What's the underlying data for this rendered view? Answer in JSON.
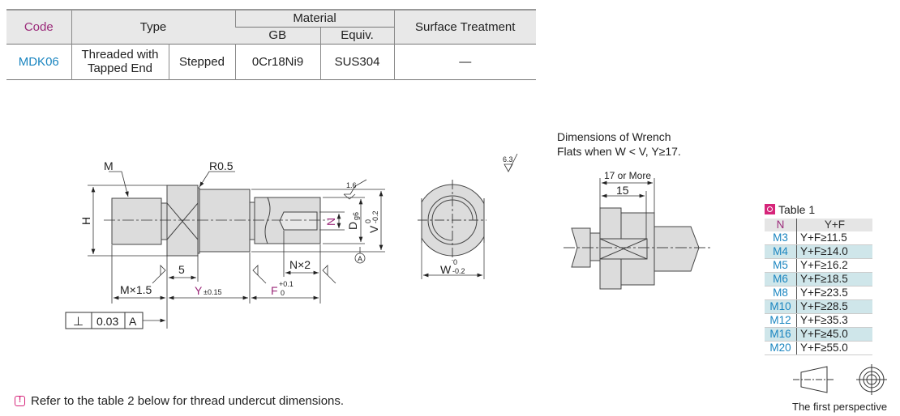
{
  "spec_table": {
    "headers": {
      "code": "Code",
      "type": "Type",
      "material": "Material",
      "gb": "GB",
      "equiv": "Equiv.",
      "surface": "Surface Treatment"
    },
    "row": {
      "code": "MDK06",
      "type1": "Threaded with Tapped End",
      "type2": "Stepped",
      "gb": "0Cr18Ni9",
      "equiv": "SUS304",
      "surface": "—"
    }
  },
  "drawing": {
    "labels": {
      "m": "M",
      "r": "R0.5",
      "h": "H",
      "n": "N",
      "d": "D",
      "d_sub": "g6",
      "v": "V",
      "v_tol_up": "0",
      "v_tol_low": "-0.2",
      "datum": "A",
      "five": "5",
      "nx2": "N×2",
      "mx15": "M×1.5",
      "y": "Y",
      "y_tol": "±0.15",
      "f": "F",
      "f_tol_up": "+0.1",
      "f_tol_low": "0",
      "roughness": "1.6",
      "roughness_all": "6.3",
      "w": "W",
      "w_tol_up": "0",
      "w_tol_low": "-0.2"
    },
    "tolerance_frame": {
      "symbol": "⊥",
      "value": "0.03",
      "datum": "A"
    }
  },
  "wrench": {
    "title_line1": "Dimensions of Wrench",
    "title_line2": "Flats when W < V, Y≥17.",
    "dim_outer": "17 or More",
    "dim_inner": "15"
  },
  "table1": {
    "title": "Table 1",
    "headers": [
      "N",
      "Y+F"
    ],
    "rows": [
      [
        "M3",
        "Y+F≥11.5"
      ],
      [
        "M4",
        "Y+F≥14.0"
      ],
      [
        "M5",
        "Y+F≥16.2"
      ],
      [
        "M6",
        "Y+F≥18.5"
      ],
      [
        "M8",
        "Y+F≥23.5"
      ],
      [
        "M10",
        "Y+F≥28.5"
      ],
      [
        "M12",
        "Y+F≥35.3"
      ],
      [
        "M16",
        "Y+F≥45.0"
      ],
      [
        "M20",
        "Y+F≥55.0"
      ]
    ]
  },
  "projection_label": "The first perspective",
  "note": "Refer to the table 2 below for thread undercut dimensions.",
  "colors": {
    "accent_blue": "#1a85c0",
    "accent_purple": "#9b2a7a",
    "accent_pink": "#d6257a"
  }
}
